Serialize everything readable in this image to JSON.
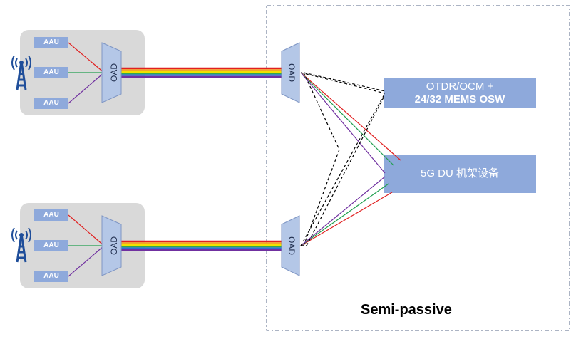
{
  "top_site": {
    "aau_labels": [
      "AAU",
      "AAU",
      "AAU"
    ],
    "oad_label": "OAD"
  },
  "bottom_site": {
    "aau_labels": [
      "AAU",
      "AAU",
      "AAU"
    ],
    "oad_label": "OAD"
  },
  "central_office": {
    "oad_top_label": "OAD",
    "oad_bottom_label": "OAD",
    "otdr_box": {
      "line1": "OTDR/OCM +",
      "line2": "24/32 MEMS OSW"
    },
    "du_box": {
      "label": "5G DU 机架设备"
    },
    "region_label": "Semi-passive"
  },
  "colors": {
    "panel_gray": "#d9d9d9",
    "box_blue": "#8ea9db",
    "oad_fill": "#b4c7e7",
    "link_red": "#e02020",
    "link_green": "#22a050",
    "link_purple": "#7030a0",
    "tower_blue": "#1f4e9a",
    "trunk_bands": [
      "#e02020",
      "#f5a623",
      "#f2e000",
      "#2fa84f",
      "#2f6fd6",
      "#7030a0"
    ]
  }
}
